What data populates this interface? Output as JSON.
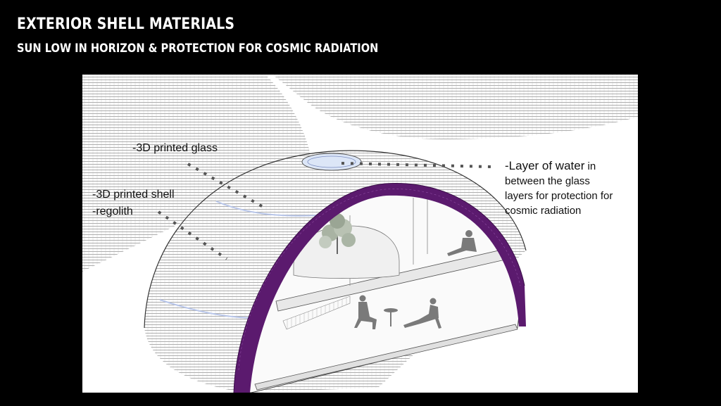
{
  "header": {
    "title": "EXTERIOR SHELL MATERIALS",
    "subtitle": "SUN LOW IN HORIZON & PROTECTION FOR COSMIC RADIATION"
  },
  "labels": {
    "glass": "-3D printed glass",
    "shell": "-3D printed shell",
    "regolith": "-regolith",
    "water_head": "-Layer of water",
    "water_head_suffix": " in",
    "water_lines": [
      "between the glass",
      "layers for protection for",
      "cosmic radiation"
    ]
  },
  "colors": {
    "background": "#000000",
    "panel": "#ffffff",
    "shell_layer": "#5b1a6e",
    "glass_tint": "#dce6f7",
    "leader_dots": "#555555"
  }
}
